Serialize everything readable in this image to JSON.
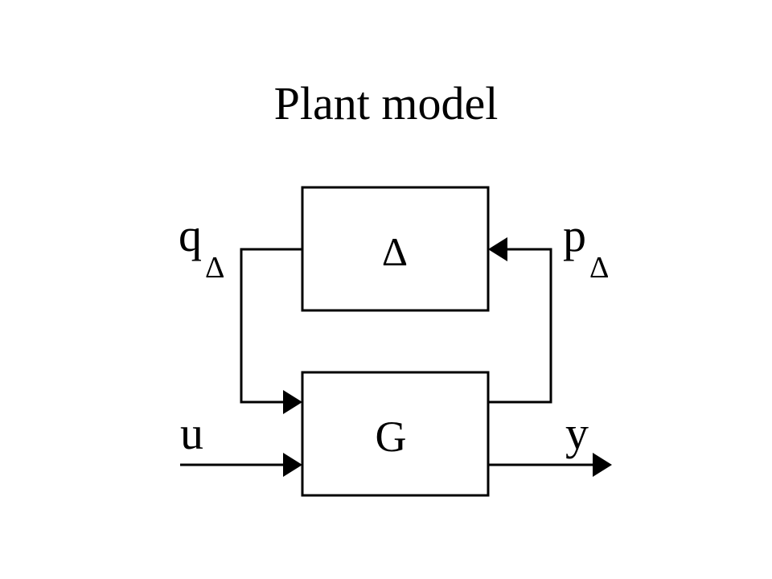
{
  "title": "Plant model",
  "blocks": {
    "delta": "Δ",
    "g": "G"
  },
  "signals": {
    "q": {
      "base": "q",
      "sub": "Δ"
    },
    "p": {
      "base": "p",
      "sub": "Δ"
    },
    "u": "u",
    "y": "y"
  },
  "colors": {
    "ink": "#000000",
    "background": "#ffffff"
  }
}
